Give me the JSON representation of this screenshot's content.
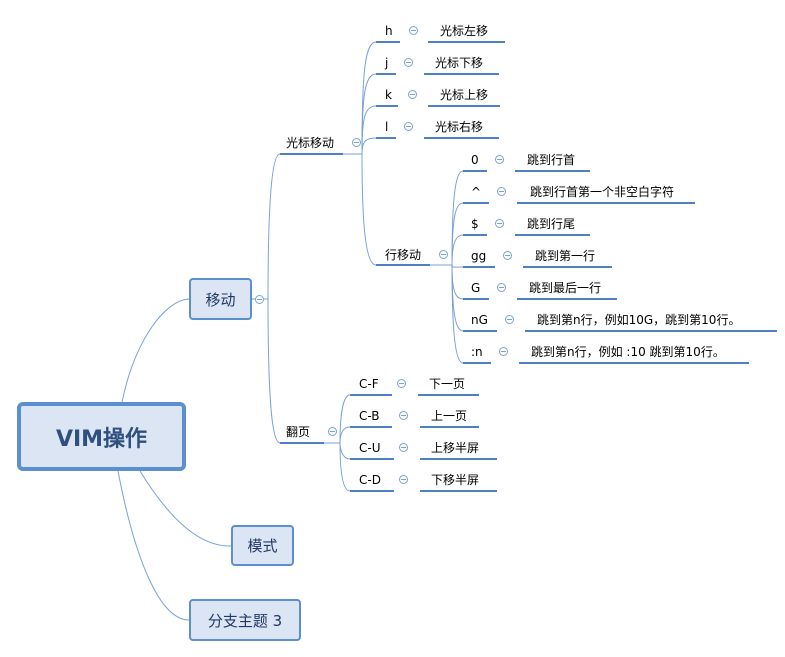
{
  "root": {
    "title": "VIM操作"
  },
  "main_topics": {
    "move": "移动",
    "mode": "模式",
    "branch3": "分支主题 3"
  },
  "cursor_group": {
    "label": "光标移动",
    "items": [
      {
        "key": "h",
        "desc": "光标左移"
      },
      {
        "key": "j",
        "desc": "光标下移"
      },
      {
        "key": "k",
        "desc": "光标上移"
      },
      {
        "key": "l",
        "desc": "光标右移"
      }
    ]
  },
  "line_group": {
    "label": "行移动",
    "items": [
      {
        "key": "0",
        "desc": "跳到行首"
      },
      {
        "key": "^",
        "desc": "跳到行首第一个非空白字符"
      },
      {
        "key": "$",
        "desc": "跳到行尾"
      },
      {
        "key": "gg",
        "desc": "跳到第一行"
      },
      {
        "key": "G",
        "desc": "跳到最后一行"
      },
      {
        "key": "nG",
        "desc": "跳到第n行，例如10G，跳到第10行。"
      },
      {
        "key": ":n",
        "desc": "跳到第n行，例如 :10 跳到第10行。"
      }
    ]
  },
  "page_group": {
    "label": "翻页",
    "items": [
      {
        "key": "C-F",
        "desc": "下一页"
      },
      {
        "key": "C-B",
        "desc": "上一页"
      },
      {
        "key": "C-U",
        "desc": "上移半屏"
      },
      {
        "key": "C-D",
        "desc": "下移半屏"
      }
    ]
  },
  "colors": {
    "line": "#7aa2d6",
    "underline": "#4f7fc4",
    "node_fill": "#dbe5f3",
    "node_border": "#5b8fd0"
  }
}
